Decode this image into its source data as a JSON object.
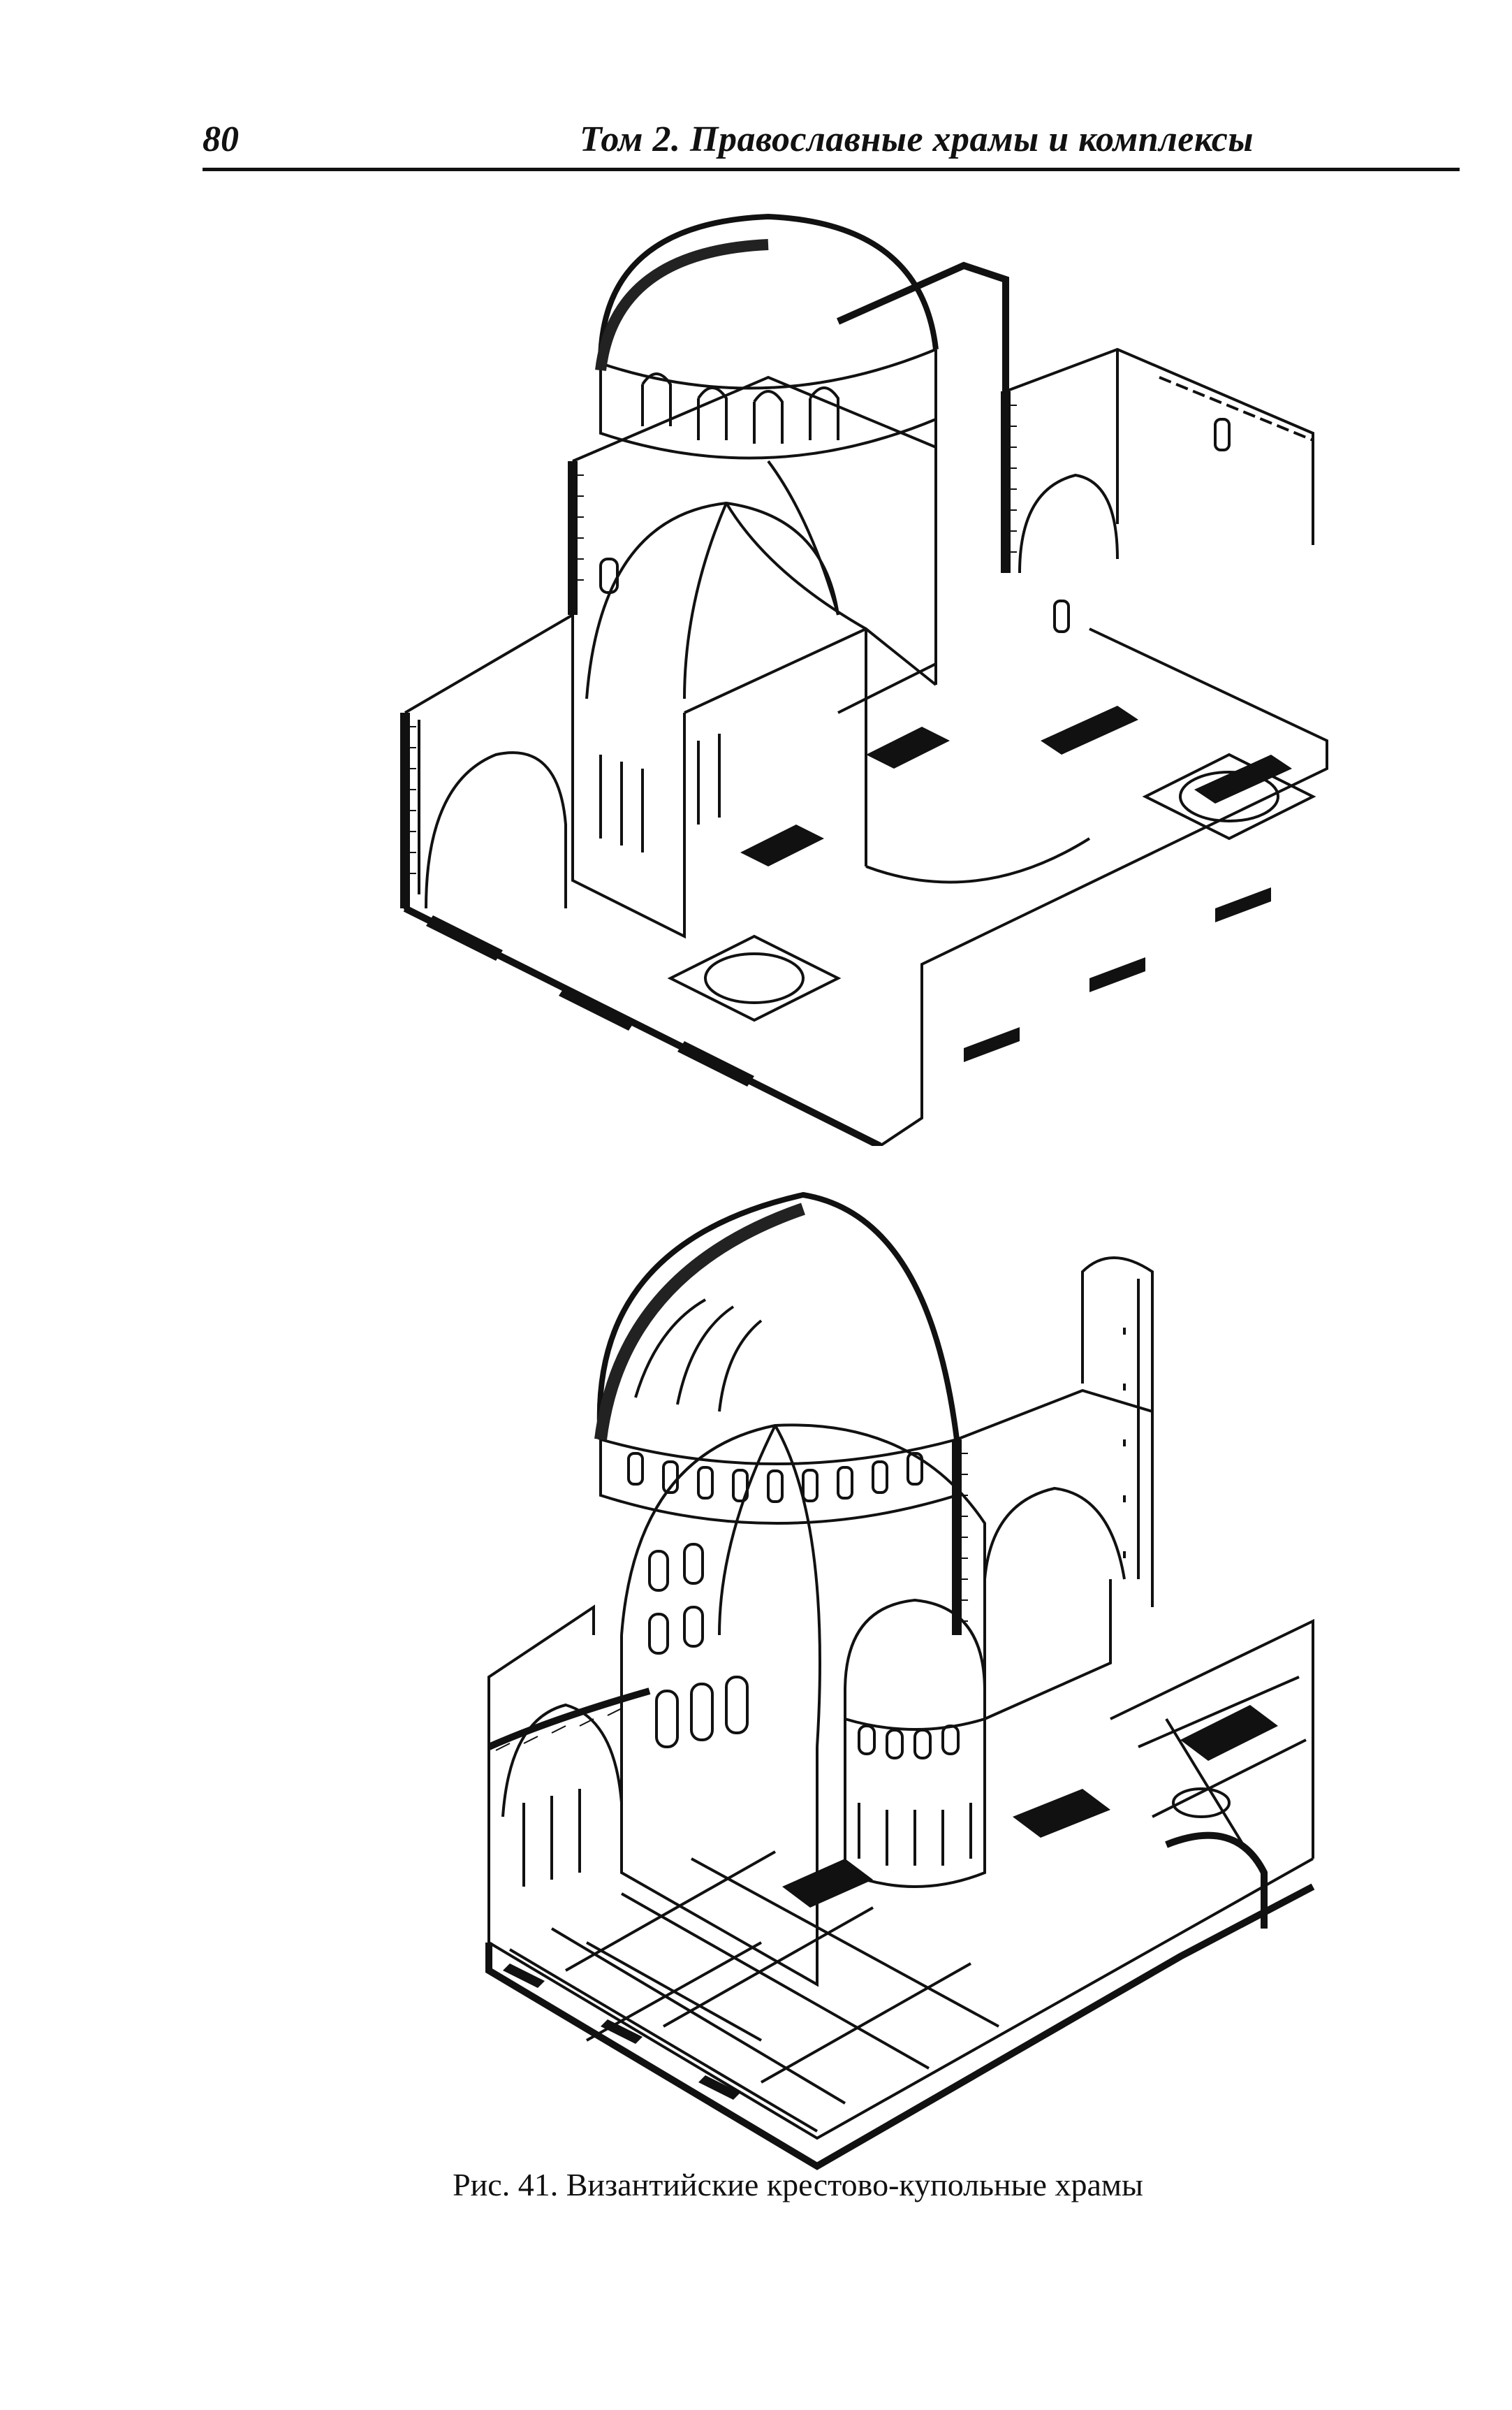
{
  "header": {
    "page_number": "80",
    "title": "Том 2. Православные храмы и комплексы"
  },
  "figures": [
    {
      "icon": "byzantine-cross-domed-church-cutaway-drawing"
    },
    {
      "icon": "byzantine-cross-domed-church-cutaway-drawing-large"
    }
  ],
  "caption": "Рис. 41. Византийские крестово-купольные храмы"
}
